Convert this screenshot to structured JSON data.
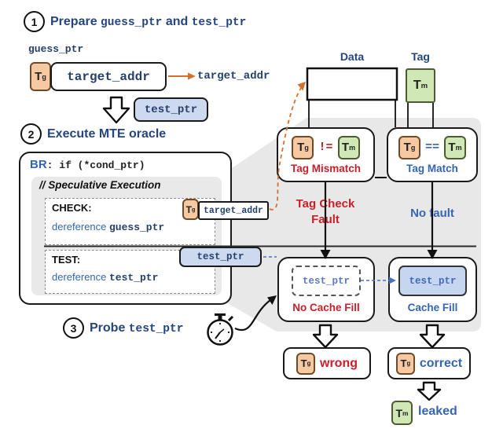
{
  "figure": {
    "step1": {
      "number": "1",
      "title": {
        "pre": "Prepare ",
        "code1": "guess_ptr",
        "mid": " and ",
        "code2": "test_ptr"
      },
      "guess_ptr_label": "guess_ptr",
      "guess_tag": {
        "t": "T",
        "sub": "g"
      },
      "target_addr_box": "target_addr",
      "target_addr_label": "target_addr",
      "test_ptr_box": "test_ptr"
    },
    "step2": {
      "number": "2",
      "title": "Execute MTE oracle",
      "br_keyword": "BR",
      "br_cond": ": if (*cond_ptr)",
      "speculative_comment": "// Speculative Execution",
      "check": {
        "label": "CHECK:",
        "body_pre": "dereference ",
        "body_code": "guess_ptr",
        "tag": {
          "t": "T",
          "sub": "g"
        },
        "operand": "target_addr"
      },
      "test": {
        "label": "TEST:",
        "body_pre": "dereference ",
        "body_code": "test_ptr",
        "operand": "test_ptr"
      }
    },
    "step3": {
      "number": "3",
      "title_pre": "Probe ",
      "title_code": "test_ptr"
    },
    "memory": {
      "data_header": "Data",
      "tag_header": "Tag",
      "mem_tag": {
        "t": "T",
        "sub": "m"
      }
    },
    "compare": {
      "mismatch": {
        "lhs": {
          "t": "T",
          "sub": "g"
        },
        "op": "!=",
        "rhs": {
          "t": "T",
          "sub": "m"
        },
        "label": "Tag Mismatch",
        "result": "Tag Check Fault"
      },
      "match": {
        "lhs": {
          "t": "T",
          "sub": "g"
        },
        "op": "==",
        "rhs": {
          "t": "T",
          "sub": "m"
        },
        "label": "Tag Match",
        "result": "No fault"
      }
    },
    "cache": {
      "no_fill": {
        "ptr": "test_ptr",
        "label": "No Cache Fill"
      },
      "fill": {
        "ptr": "test_ptr",
        "label": "Cache Fill"
      }
    },
    "outcome": {
      "wrong": {
        "tag": {
          "t": "T",
          "sub": "g"
        },
        "label": "wrong"
      },
      "correct": {
        "tag": {
          "t": "T",
          "sub": "g"
        },
        "label": "correct"
      },
      "leaked": {
        "tag": {
          "t": "T",
          "sub": "m"
        },
        "label": "leaked"
      }
    }
  },
  "colors": {
    "red_label": "#c8202a",
    "blue_label": "#3565b0",
    "navy_code": "#26406c",
    "orange_arrow": "#d2722e",
    "tag_orange_fill": "#f7c9a3",
    "tag_green_fill": "#cfe8b5",
    "pointer_blue_fill": "#cdd9ee",
    "speculation_gray": "#e8e8e8"
  }
}
